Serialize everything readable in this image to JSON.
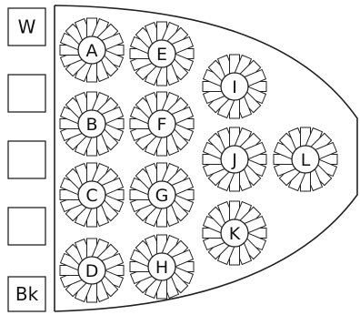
{
  "side_boxes": [
    "W",
    "",
    "",
    "",
    "Bk"
  ],
  "nodes": [
    "A",
    "B",
    "C",
    "D",
    "E",
    "F",
    "G",
    "H",
    "I",
    "J",
    "K",
    "L"
  ]
}
